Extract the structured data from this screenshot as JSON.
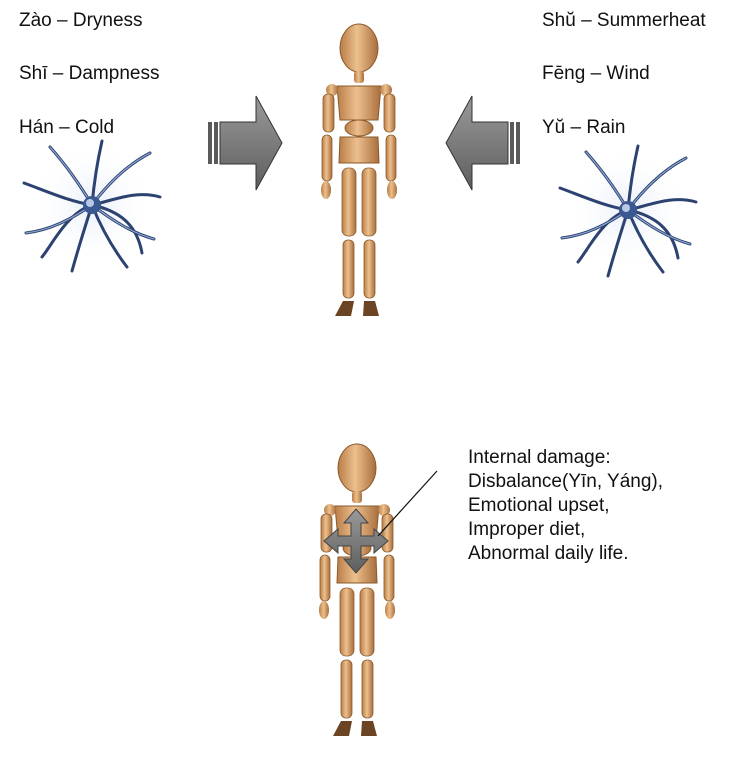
{
  "external_factors_left": [
    "Zào – Dryness",
    "Shī – Dampness",
    "Hán – Cold"
  ],
  "external_factors_right": [
    "Shŭ – Summerheat",
    "Fēng – Wind",
    "Yŭ – Rain"
  ],
  "internal_damage": {
    "title": "Internal damage:",
    "items": [
      "Disbalance(Yīn, Yáng),",
      "Emotional upset,",
      "Improper diet,",
      "Abnormal daily life."
    ]
  },
  "colors": {
    "wood": "#d9a472",
    "wood_dark": "#a8703f",
    "arrow_gray": "#777777",
    "pathogen_blue": "#2c4270"
  },
  "icons": [
    "pathogen-icon",
    "arrow-right-icon",
    "arrow-left-icon",
    "four-way-arrow-icon",
    "wooden-mannequin"
  ]
}
